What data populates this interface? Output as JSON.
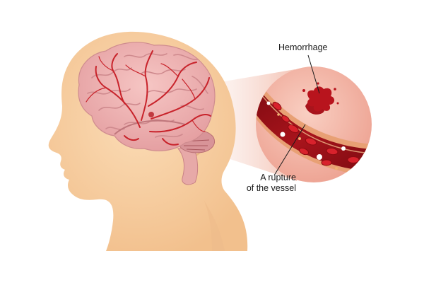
{
  "labels": {
    "hemorrhage": "Hemorrhage",
    "rupture_line1": "A rupture",
    "rupture_line2": "of the vessel"
  },
  "colors": {
    "skin": "#f7cfa3",
    "skin_shadow": "#e9b583",
    "brain": "#eeb0b0",
    "brain_fold": "#d98f92",
    "artery": "#c8232b",
    "blood": "#9e0f16",
    "vessel_wall": "#e8a074",
    "zoom_circle": "#f3b2a4",
    "cone": "#f5d0c4"
  },
  "icons": [
    "head-silhouette",
    "brain-illustration",
    "blood-vessel-closeup",
    "hemorrhage-splash"
  ]
}
